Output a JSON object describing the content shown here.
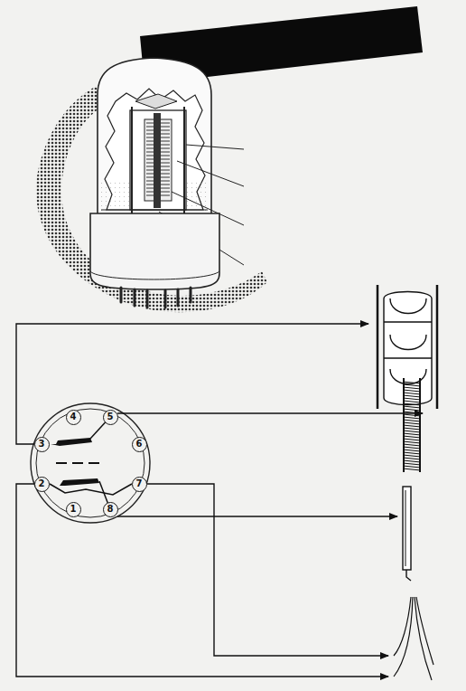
{
  "diagram": {
    "nodes": [
      {
        "text": [
          "4"
        ]
      },
      {
        "text": [
          "5"
        ]
      },
      {
        "text": [
          "3"
        ]
      },
      {
        "text": [
          "6"
        ]
      },
      {
        "text": [
          "2"
        ]
      },
      {
        "text": [
          "7"
        ]
      },
      {
        "text": [
          "1"
        ]
      },
      {
        "text": [
          "8"
        ]
      }
    ]
  }
}
